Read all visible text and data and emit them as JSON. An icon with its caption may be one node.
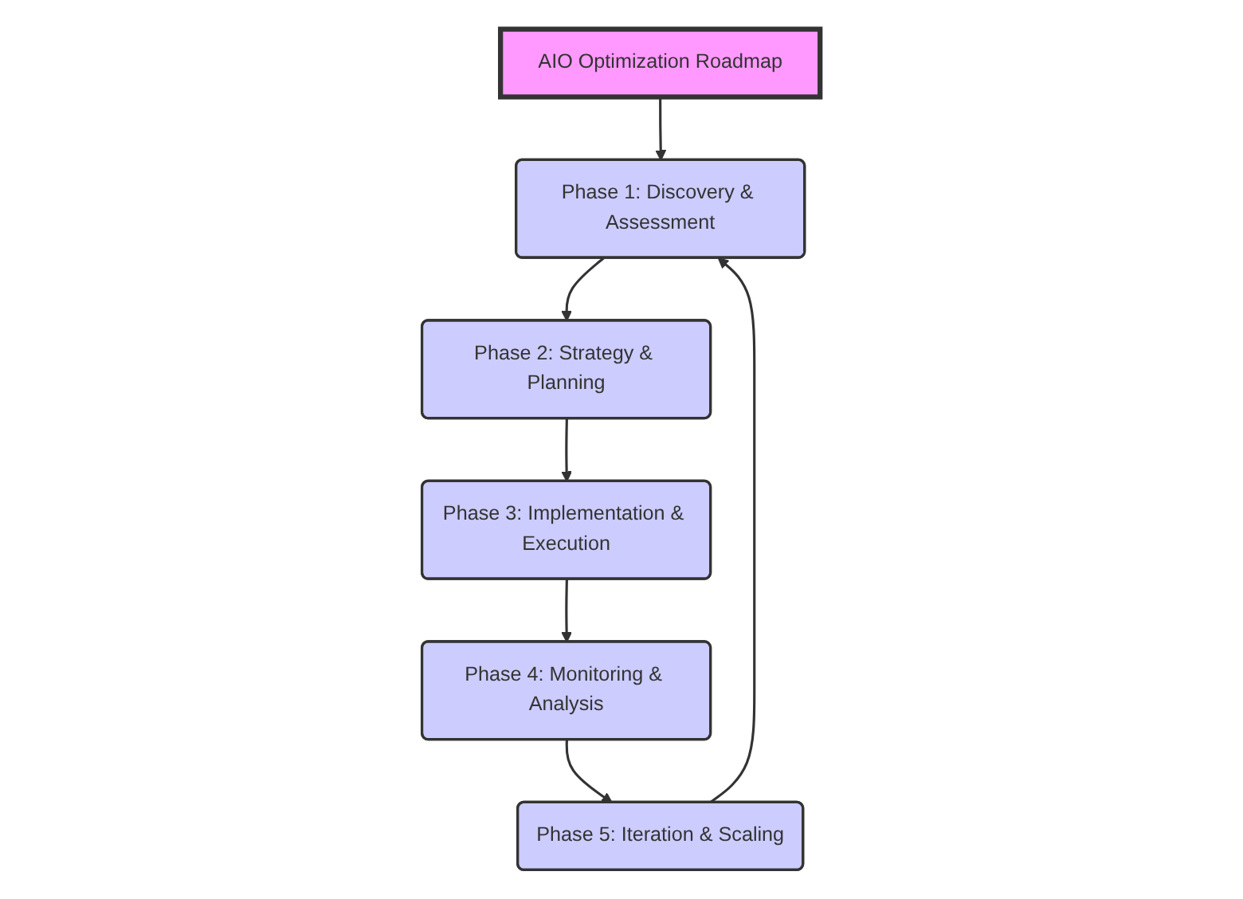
{
  "diagram": {
    "nodes": [
      {
        "text": [
          "AIO Optimization Roadmap"
        ]
      },
      {
        "text": [
          "Phase 1: Discovery & Assessment"
        ]
      },
      {
        "text": [
          "Phase 2: Strategy & Planning"
        ]
      },
      {
        "text": [
          "Phase 3: Implementation & Execution"
        ]
      },
      {
        "text": [
          "Phase 4: Monitoring & Analysis"
        ]
      },
      {
        "text": [
          "Phase 5: Iteration & Scaling"
        ]
      }
    ],
    "edges": [
      {
        "from": 0,
        "to": 1,
        "arrow": "to"
      },
      {
        "from": 1,
        "to": 2,
        "arrow": "to"
      },
      {
        "from": 2,
        "to": 3,
        "arrow": "to"
      },
      {
        "from": 3,
        "to": 4,
        "arrow": "to"
      },
      {
        "from": 4,
        "to": 5,
        "arrow": "to"
      },
      {
        "from": 5,
        "to": 1,
        "arrow": "to"
      }
    ]
  }
}
